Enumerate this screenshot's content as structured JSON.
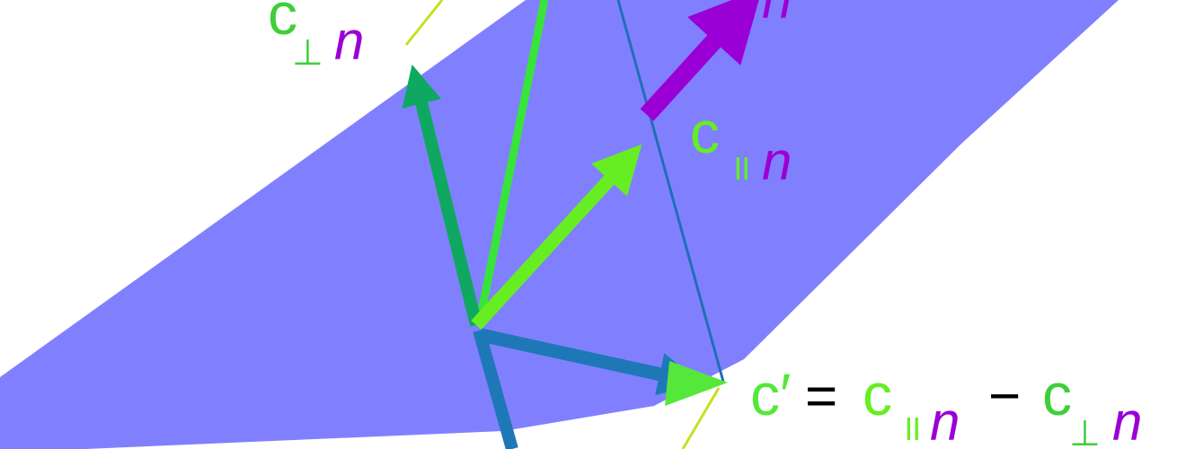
{
  "colors": {
    "plane": "#8080ff",
    "normal": "#9a00d6",
    "parallel": "#66ee22",
    "perpendicular": "#0fa860",
    "vector_c": "#38e43a",
    "result": "#1e78b8",
    "guide_line": "#1f6fb5",
    "thin_line": "#c8e020",
    "operator": "#000000"
  },
  "labels": {
    "normal_n": "n",
    "perp": {
      "c": "c",
      "sub": "⊥",
      "n": "n"
    },
    "par": {
      "c": "c",
      "sub": "॥",
      "n": "n"
    },
    "equation": {
      "lhs": "c′",
      "equals": "=",
      "t1_c": "c",
      "t1_sub": "॥",
      "t1_n": "n",
      "minus": "−",
      "t2_c": "c",
      "t2_sub": "⊥",
      "t2_n": "n"
    }
  }
}
